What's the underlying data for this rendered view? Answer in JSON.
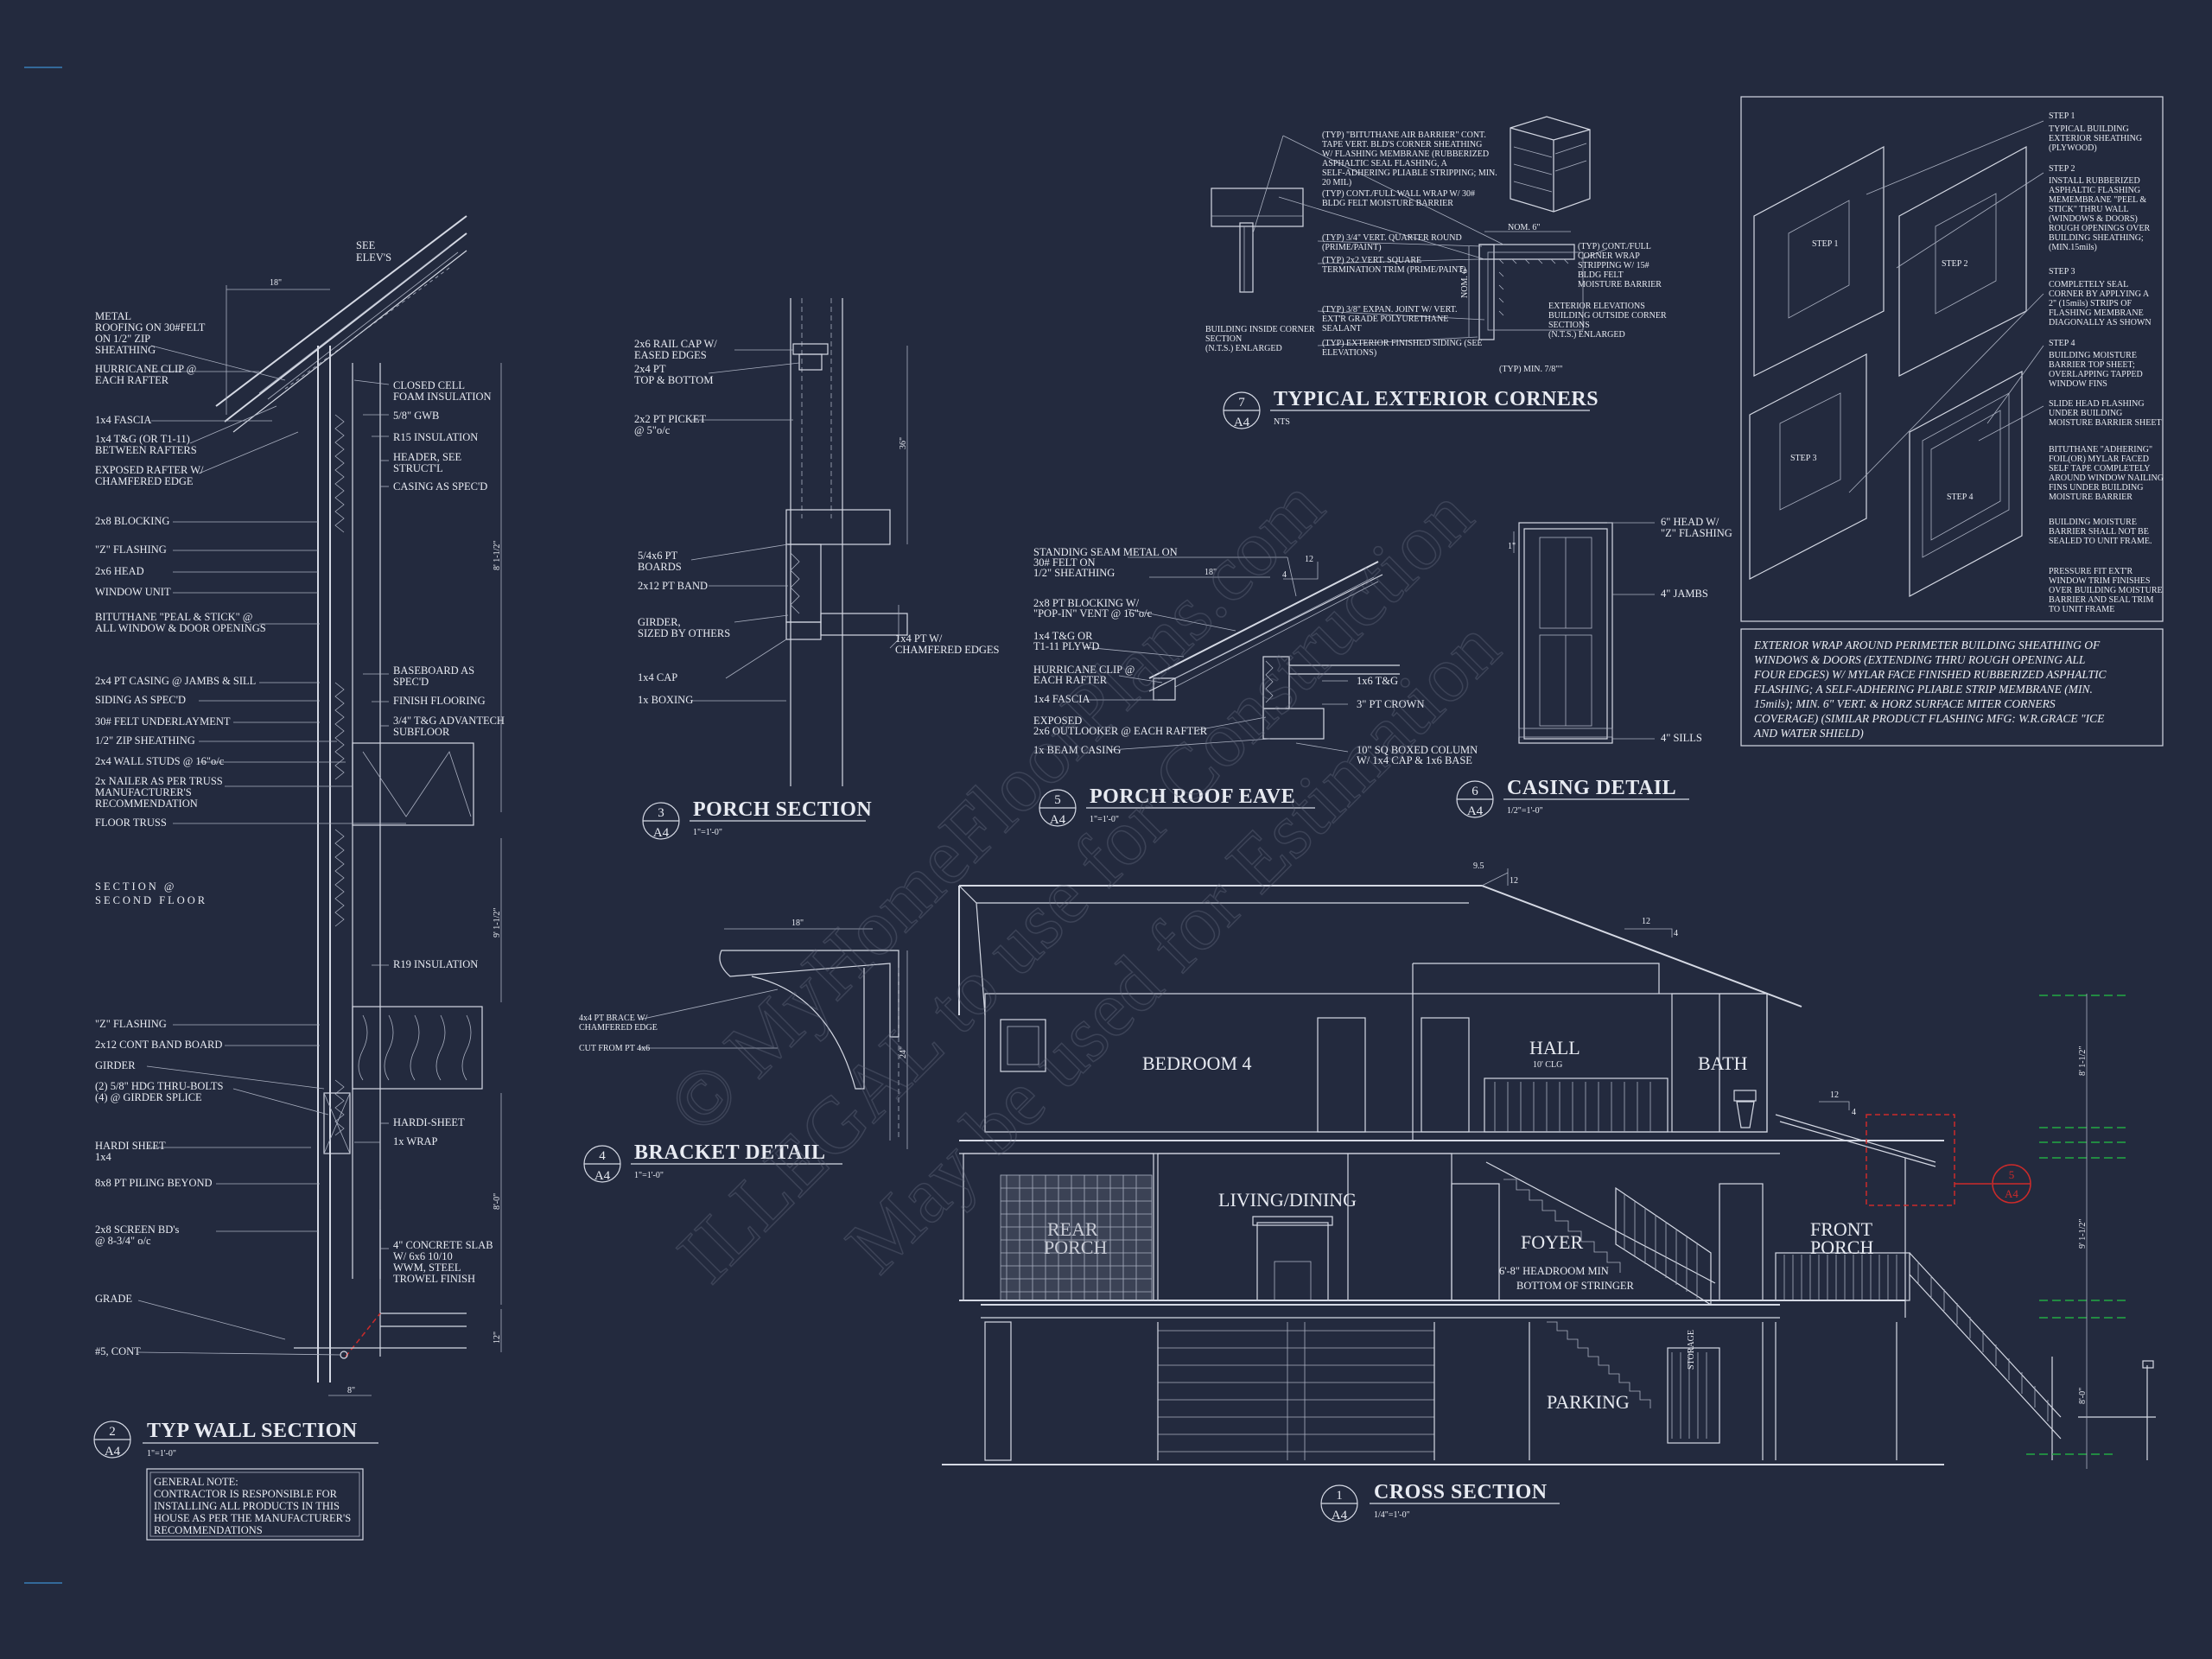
{
  "sheet": {
    "watermark_lines": [
      "© MyHomeFloorPlans.com",
      "ILLEGAL to use for Construction",
      "May be used for Estimation"
    ],
    "general_note": [
      "GENERAL NOTE:",
      "CONTRACTOR IS RESPONSIBLE FOR",
      "INSTALLING ALL PRODUCTS IN THIS",
      "HOUSE AS PER THE MANUFACTURER'S",
      "RECOMMENDATIONS"
    ]
  },
  "titles": {
    "wall_section": {
      "num": "2",
      "sheet": "A4",
      "title": "TYP WALL SECTION",
      "scale": "1\"=1'-0\""
    },
    "porch_section": {
      "num": "3",
      "sheet": "A4",
      "title": "PORCH SECTION",
      "scale": "1\"=1'-0\""
    },
    "bracket_detail": {
      "num": "4",
      "sheet": "A4",
      "title": "BRACKET DETAIL",
      "scale": "1\"=1'-0\""
    },
    "porch_roof_eave": {
      "num": "5",
      "sheet": "A4",
      "title": "PORCH ROOF EAVE",
      "scale": "1\"=1'-0\""
    },
    "casing_detail": {
      "num": "6",
      "sheet": "A4",
      "title": "CASING DETAIL",
      "scale": "1/2\"=1'-0\""
    },
    "exterior_corners": {
      "num": "7",
      "sheet": "A4",
      "title": "TYPICAL EXTERIOR CORNERS",
      "scale": "NTS"
    },
    "cross_section": {
      "num": "1",
      "sheet": "A4",
      "title": "CROSS SECTION",
      "scale": "1/4\"=1'-0\""
    }
  },
  "wall_section": {
    "top_labels": [
      "SEE",
      "ELEV'S"
    ],
    "dim_top": "18\"",
    "left_notes": [
      [
        "METAL",
        "ROOFING ON 30#FELT",
        "ON 1/2\" ZIP",
        "SHEATHING"
      ],
      [
        "HURRICANE CLIP @",
        "EACH RAFTER"
      ],
      [
        "1x4 FASCIA"
      ],
      [
        "1x4 T&G (OR T1-11)",
        "BETWEEN RAFTERS"
      ],
      [
        "EXPOSED RAFTER W/",
        "CHAMFERED EDGE"
      ],
      [
        "2x8 BLOCKING"
      ],
      [
        "\"Z\" FLASHING"
      ],
      [
        "2x6 HEAD"
      ],
      [
        "WINDOW UNIT"
      ],
      [
        "BITUTHANE \"PEAL & STICK\" @",
        "ALL WINDOW & DOOR OPENINGS"
      ],
      [
        "2x4 PT CASING @ JAMBS & SILL"
      ],
      [
        "SIDING AS SPEC'D"
      ],
      [
        "30# FELT UNDERLAYMENT"
      ],
      [
        "1/2\" ZIP SHEATHING"
      ],
      [
        "2x4 WALL STUDS @ 16\"o/c"
      ],
      [
        "2x NAILER AS PER TRUSS",
        "MANUFACTURER'S",
        "RECOMMENDATION"
      ],
      [
        "FLOOR TRUSS"
      ]
    ],
    "section_label": [
      "SECTION @",
      "SECOND FLOOR"
    ],
    "lower_left_notes": [
      [
        "\"Z\" FLASHING"
      ],
      [
        "2x12 CONT BAND BOARD"
      ],
      [
        "GIRDER"
      ],
      [
        "(2) 5/8\" HDG THRU-BOLTS",
        "(4) @ GIRDER SPLICE"
      ],
      [
        "HARDI SHEET",
        "1x4"
      ],
      [
        "8x8 PT PILING BEYOND"
      ],
      [
        "2x8 SCREEN BD's",
        "@ 8-3/4\" o/c"
      ],
      [
        "GRADE"
      ],
      [
        "#5, CONT"
      ]
    ],
    "right_notes": [
      [
        "CLOSED CELL",
        "FOAM INSULATION"
      ],
      [
        "5/8\" GWB"
      ],
      [
        "R15 INSULATION"
      ],
      [
        "HEADER, SEE",
        "STRUCT'L"
      ],
      [
        "CASING AS SPEC'D"
      ],
      [
        "BASEBOARD AS",
        "SPEC'D"
      ],
      [
        "FINISH FLOORING"
      ],
      [
        "3/4\" T&G ADVANTECH",
        "SUBFLOOR"
      ],
      [
        "R19 INSULATION"
      ],
      [
        "HARDI-SHEET"
      ],
      [
        "1x WRAP"
      ],
      [
        "4\" CONCRETE SLAB",
        "W/ 6x6 10/10",
        "WWM, STEEL",
        "TROWEL FINISH"
      ]
    ],
    "dims": [
      "8' 1-1/2\"",
      "9' 1-1/2\"",
      "8'-0\"",
      "12\"",
      "8\""
    ]
  },
  "porch_section": {
    "notes": [
      [
        "2x6 RAIL CAP W/",
        "EASED EDGES"
      ],
      [
        "2x4 PT",
        "TOP & BOTTOM"
      ],
      [
        "2x2 PT PICKET",
        "@ 5\"o/c"
      ],
      [
        "5/4x6 PT",
        "BOARDS"
      ],
      [
        "2x12 PT BAND"
      ],
      [
        "GIRDER,",
        "SIZED BY OTHERS"
      ],
      [
        "1x4 CAP"
      ],
      [
        "1x BOXING"
      ]
    ],
    "right_note": [
      "1x4 PT W/",
      "CHAMFERED EDGES"
    ],
    "dim": "36\""
  },
  "bracket_detail": {
    "notes": [
      [
        "4x4 PT BRACE W/",
        "CHAMFERED EDGE"
      ],
      [
        "CUT FROM PT 4x6"
      ]
    ],
    "dim_top": "18\"",
    "dim_side": "24\""
  },
  "porch_roof_eave": {
    "notes": [
      [
        "STANDING SEAM METAL ON",
        "30# FELT ON",
        "1/2\" SHEATHING"
      ],
      [
        "2x8 PT BLOCKING W/",
        "\"POP-IN\" VENT @ 16\"o/c"
      ],
      [
        "1x4 T&G OR",
        "T1-11 PLYWD"
      ],
      [
        "HURRICANE CLIP @",
        "EACH RAFTER"
      ],
      [
        "1x4 FASCIA"
      ],
      [
        "EXPOSED",
        "2x6 OUTLOOKER @ EACH RAFTER"
      ],
      [
        "1x BEAM CASING"
      ]
    ],
    "right_notes": [
      [
        "1x6 T&G"
      ],
      [
        "3\" PT CROWN"
      ],
      [
        "10\" SQ BOXED COLUMN",
        "W/ 1x4 CAP & 1x6 BASE"
      ]
    ],
    "slope_rise": "4",
    "slope_run": "12",
    "dim": "18\""
  },
  "casing_detail": {
    "notes": [
      [
        "6\" HEAD W/",
        "\"Z\" FLASHING"
      ],
      [
        "4\" JAMBS"
      ],
      [
        "4\" SILLS"
      ]
    ],
    "dim": "1\""
  },
  "exterior_corners": {
    "notes": [
      [
        "(TYP) \"BITUTHANE AIR BARRIER\" CONT.",
        "TAPE VERT. BLD'S CORNER SHEATHING",
        "W/ FLASHING MEMBRANE (RUBBERIZED",
        "ASPHALTIC SEAL FLASHING, A",
        "SELF-ADHERING PLIABLE STRIPPING; MIN.",
        "20 MIL)"
      ],
      [
        "(TYP) CONT./FULL WALL WRAP W/ 30#",
        "BLDG FELT MOISTURE BARRIER"
      ],
      [
        "(TYP) 3/4\" VERT. QUARTER ROUND",
        "(PRIME/PAINT)"
      ],
      [
        "(TYP) 2x2 VERT. SQUARE",
        "TERMINATION TRIM (PRIME/PAINT)"
      ],
      [
        "(TYP) 3/8\" EXPAN. JOINT W/ VERT.",
        "EXT'R GRADE POLYURETHANE",
        "SEALANT"
      ],
      [
        "(TYP) EXTERIOR FINISHED SIDING (SEE",
        "ELEVATIONS)"
      ]
    ],
    "right_notes": [
      [
        "(TYP) CONT./FULL",
        "CORNER WRAP",
        "STRIPPING W/ 15#",
        "BLDG FELT",
        "MOISTURE BARRIER"
      ]
    ],
    "caption_inside": [
      "BUILDING INSIDE CORNER",
      "SECTION",
      "(N.T.S.) ENLARGED"
    ],
    "caption_outside": [
      "EXTERIOR ELEVATIONS",
      "BUILDING OUTSIDE CORNER",
      "SECTIONS",
      "(N.T.S.) ENLARGED"
    ],
    "dims": [
      "NOM. 6\"",
      "NOM. 6\"",
      "(TYP) MIN. 7/8\"\""
    ]
  },
  "flashing_steps": {
    "step_tags": [
      "STEP 1",
      "STEP 2",
      "STEP 3",
      "STEP 4"
    ],
    "steps": [
      [
        "STEP 1",
        "TYPICAL BUILDING",
        "EXTERIOR SHEATHING",
        "(PLYWOOD)"
      ],
      [
        "STEP 2",
        "INSTALL RUBBERIZED",
        "ASPHALTIC FLASHING",
        "MEMEMBRANE \"PEEL &",
        "STICK\" THRU WALL",
        "(WINDOWS & DOORS)",
        "ROUGH OPENINGS OVER",
        "BUILDING SHEATHING;",
        "(MIN.15mils)"
      ],
      [
        "STEP 3",
        "COMPLETELY SEAL",
        "CORNER BY APPLYING A",
        "2\" (15mils) STRIPS OF",
        "FLASHING MEMBRANE",
        "DIAGONALLY AS SHOWN"
      ],
      [
        "STEP 4",
        "BUILDING MOISTURE",
        "BARRIER TOP SHEET;",
        "OVERLAPPING TAPPED",
        "WINDOW FINS"
      ],
      [
        "SLIDE HEAD FLASHING",
        "UNDER BUILDING",
        "MOISTURE BARRIER SHEET"
      ],
      [
        "BITUTHANE \"ADHERING\"",
        "FOIL(OR) MYLAR FACED",
        "SELF TAPE COMPLETELY",
        "AROUND WINDOW NAILING",
        "FINS UNDER BUILDING",
        "MOISTURE BARRIER"
      ],
      [
        "BUILDING MOISTURE",
        "BARRIER SHALL NOT BE",
        "SEALED TO UNIT FRAME."
      ],
      [
        "PRESSURE FIT EXT'R",
        "WINDOW TRIM FINISHES",
        "OVER BUILDING MOISTURE",
        "BARRIER AND SEAL TRIM",
        "TO UNIT FRAME"
      ]
    ],
    "wrap_note": [
      "EXTERIOR WRAP AROUND PERIMETER BUILDING SHEATHING OF",
      "WINDOWS & DOORS (EXTENDING THRU ROUGH OPENING ALL",
      "FOUR EDGES) W/ MYLAR FACE FINISHED RUBBERIZED ASPHALTIC",
      "FLASHING; A SELF-ADHERING PLIABLE STRIP MEMBRANE (MIN.",
      "15mils); MIN. 6\" VERT. & HORZ SURFACE MITER CORNERS",
      "COVERAGE) (SIMILAR PRODUCT FLASHING MFG: W.R.GRACE \"ICE",
      "AND WATER SHIELD)"
    ]
  },
  "cross_section": {
    "rooms": {
      "bedroom": "BEDROOM 4",
      "hall": "HALL",
      "hall_clg": "10' CLG",
      "bath": "BATH",
      "living": "LIVING/DINING",
      "rear_porch": [
        "REAR",
        "PORCH"
      ],
      "foyer": "FOYER",
      "front_porch": [
        "FRONT",
        "PORCH"
      ],
      "parking": "PARKING",
      "storage": "STORAGE"
    },
    "headroom": [
      "6'-8\" HEADROOM MIN",
      "BOTTOM OF STRINGER"
    ],
    "slopes": [
      [
        "9.5",
        "12"
      ],
      [
        "4",
        "12"
      ],
      [
        "4",
        "12"
      ]
    ],
    "right_dims": [
      "8' 1-1/2\"",
      "9' 1-1/2\"",
      "8'-0\""
    ],
    "callout": {
      "num": "5",
      "sheet": "A4"
    }
  }
}
